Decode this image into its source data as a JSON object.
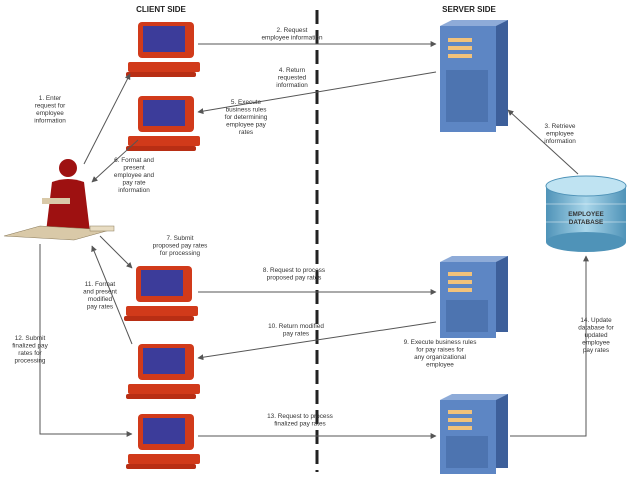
{
  "headers": {
    "client": "CLIENT SIDE",
    "server": "SERVER SIDE"
  },
  "database_label": [
    "EMPLOYEE",
    "DATABASE"
  ],
  "steps": [
    {
      "id": "s1",
      "lines": [
        "1. Enter",
        "request for",
        "employee",
        "information"
      ]
    },
    {
      "id": "s2",
      "lines": [
        "2. Request",
        "employee information"
      ]
    },
    {
      "id": "s3",
      "lines": [
        "3. Retrieve",
        "employee",
        "information"
      ]
    },
    {
      "id": "s4",
      "lines": [
        "4. Return",
        "requested",
        "information"
      ]
    },
    {
      "id": "s5",
      "lines": [
        "5. Execute",
        "business rules",
        "for determining",
        "employee pay",
        "rates"
      ]
    },
    {
      "id": "s6",
      "lines": [
        "6. Format and",
        "present",
        "employee and",
        "pay rate",
        "information"
      ]
    },
    {
      "id": "s7",
      "lines": [
        "7. Submit",
        "proposed pay rates",
        "for processing"
      ]
    },
    {
      "id": "s8",
      "lines": [
        "8. Request to process",
        "proposed pay rates"
      ]
    },
    {
      "id": "s9",
      "lines": [
        "9. Execute business rules",
        "for pay raises for",
        "any organizational",
        "employee"
      ]
    },
    {
      "id": "s10",
      "lines": [
        "10. Return modified",
        "pay rates"
      ]
    },
    {
      "id": "s11",
      "lines": [
        "11. Format",
        "and present",
        "modified",
        "pay rates"
      ]
    },
    {
      "id": "s12",
      "lines": [
        "12. Submit",
        "finalized pay",
        "rates for",
        "processing"
      ]
    },
    {
      "id": "s13",
      "lines": [
        "13. Request to process",
        "finalized pay rates"
      ]
    },
    {
      "id": "s14",
      "lines": [
        "14. Update",
        "database for",
        "updated",
        "employee",
        "pay rates"
      ]
    }
  ],
  "colors": {
    "monitor": "#d13a1a",
    "screen": "#3c3c9a",
    "server": "#5d86c4",
    "server_dark": "#3d5f9a",
    "person": "#9e1111",
    "database": "#6fb0d0",
    "arrow": "#555555"
  }
}
